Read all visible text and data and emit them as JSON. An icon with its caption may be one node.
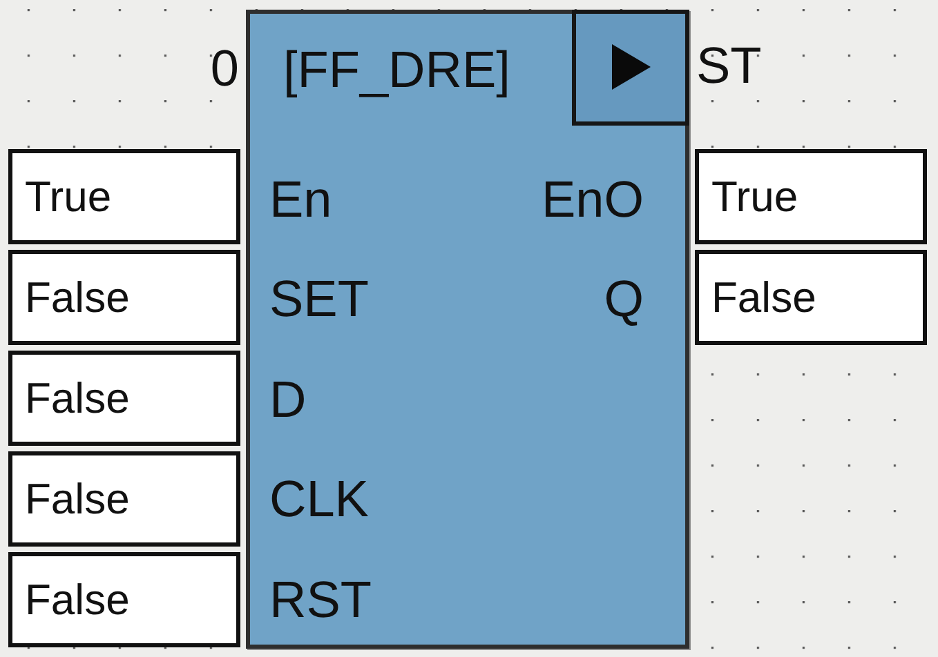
{
  "diagram": {
    "nodes": [
      {
        "text": [
          "[FF_DRE]",
          "En",
          "SET",
          "D",
          "CLK",
          "RST",
          "EnO",
          "Q"
        ],
        "beside": [
          "0",
          "ST"
        ]
      },
      {
        "text": [
          "True"
        ]
      },
      {
        "text": [
          "False"
        ]
      },
      {
        "text": [
          "False"
        ]
      },
      {
        "text": [
          "False"
        ]
      },
      {
        "text": [
          "False"
        ]
      },
      {
        "text": [
          "True"
        ]
      },
      {
        "text": [
          "False"
        ]
      }
    ]
  }
}
